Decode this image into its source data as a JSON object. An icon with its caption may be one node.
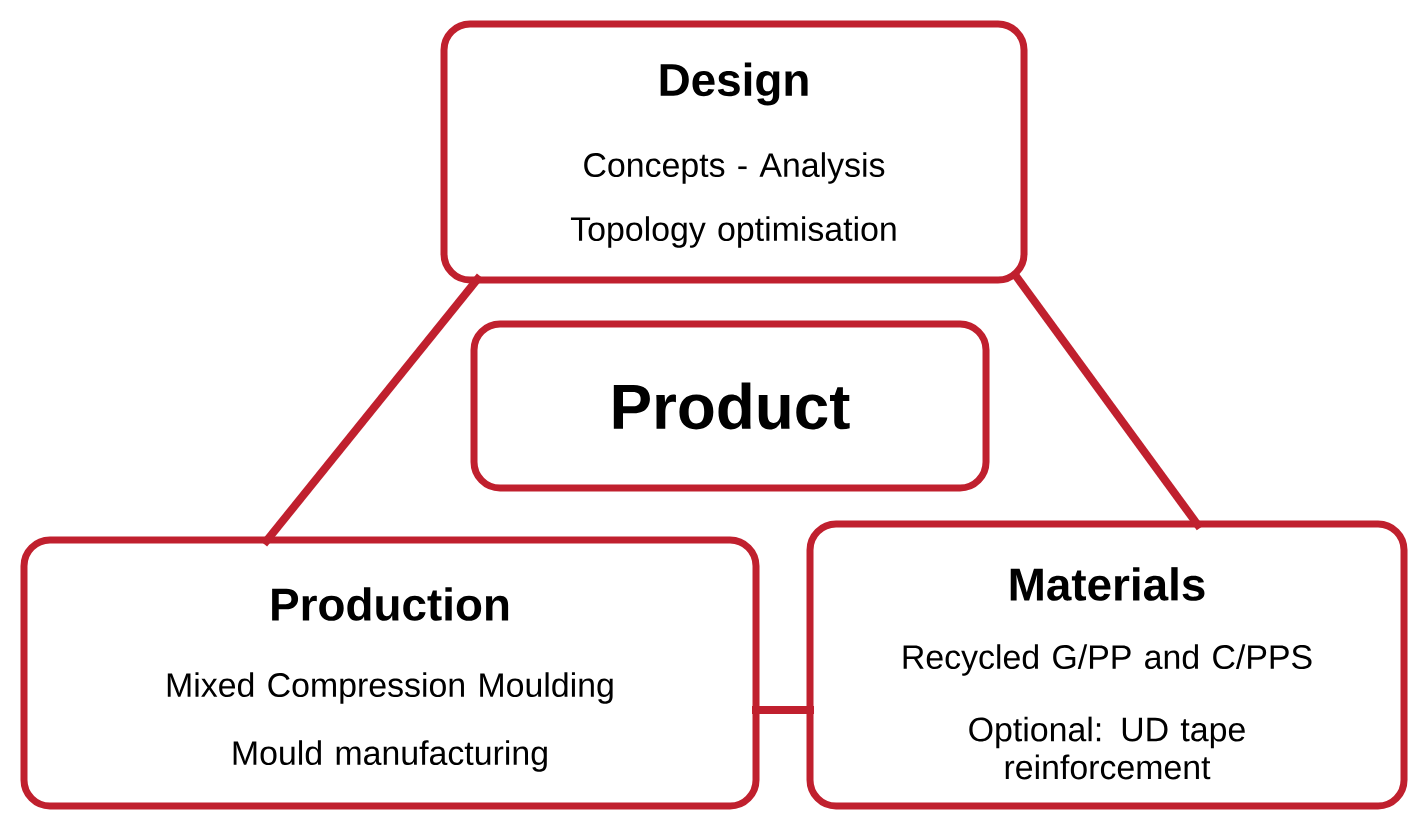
{
  "diagram": {
    "nodes": [
      {
        "text": [
          "Design",
          "Concepts - Analysis",
          "Topology optimisation"
        ]
      },
      {
        "text": [
          "Product"
        ]
      },
      {
        "text": [
          "Production",
          "Mixed Compression Moulding",
          "Mould manufacturing"
        ]
      },
      {
        "text": [
          "Materials",
          "Recycled G/PP and C/PPS",
          "Optional: UD tape reinforcement"
        ]
      }
    ],
    "edges": [
      {
        "from": 0,
        "to": 2,
        "arrow": "none"
      },
      {
        "from": 0,
        "to": 3,
        "arrow": "none"
      },
      {
        "from": 2,
        "to": 3,
        "arrow": "none"
      }
    ]
  }
}
